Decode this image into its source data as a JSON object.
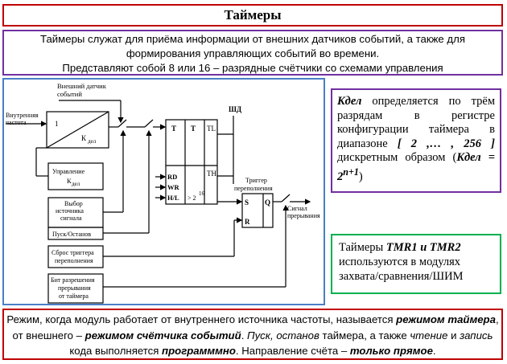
{
  "title": "Таймеры",
  "intro": {
    "line1": "Таймеры служат для приёма информации от внешних датчиков  событий, а также для",
    "line2": "формирования управляющих событий во времени.",
    "line3": "Представляют собой 8 или 16 – разрядные счётчики со схемами управления"
  },
  "kdel_note": {
    "symbol": "Kдел",
    "text1": " определяется по  трём разрядам в регистре конфигурации таймера в диапазоне ",
    "range": "[ 2 ,… , 256 ]",
    "text2": " дискретным образом (",
    "formula": "Kдел = 2",
    "formula_sup": "n+1",
    "text3": ")"
  },
  "tmr_note": {
    "text1": "Таймеры ",
    "tmr1": "TMR1",
    "and": " и ",
    "tmr2": "TMR2",
    "text2": " используются в модулях захвата/сравнения/ШИМ"
  },
  "bottom": {
    "p1": "Режим, когда модуль работает от внутреннего источника частоты, называется ",
    "timer_mode": "режимом таймера",
    "p2": ", от внешнего – ",
    "counter_mode": "режимом счётчика событий",
    "p3": ". ",
    "start_stop": "Пуск, останов",
    "p4": " таймера, а также ",
    "read": "чтение",
    "p5": "  и ",
    "write": "запись",
    "p6": " кода выполняется ",
    "program": "программмно",
    "p7": ". Направление счёта – ",
    "forward": "только прямое",
    "p8": "."
  },
  "diagram": {
    "ext_sensor": [
      "Внешний датчик",
      "событий"
    ],
    "int_freq": [
      "Внутренняя",
      "частота"
    ],
    "divider_one": "1",
    "divider_k": "К",
    "divider_k_sub": "дел",
    "ctrl_k": [
      "Управление",
      "К"
    ],
    "ctrl_k_sub": "дел",
    "select_src": [
      "Выбор",
      "источника",
      "сигнала"
    ],
    "start_stop": "Пуск/Останов",
    "reset_trigger": [
      "Сброс  триггера",
      "переполнения"
    ],
    "int_enable": [
      "Бит разрешения",
      "прерывания",
      "от таймера"
    ],
    "bus": "ШД",
    "reg_t1": "T",
    "reg_t2": "T",
    "reg_tl": "TL",
    "reg_th": "TH",
    "reg_rd": "RD",
    "reg_wr": "WR",
    "reg_hl": "H/L",
    "reg_cap": "> 2",
    "reg_cap_sup": "16",
    "trig_title": [
      "Триггер",
      "переполнения"
    ],
    "trig_s": "S",
    "trig_r": "R",
    "trig_q": "Q",
    "irq": [
      "Сигнал",
      "прерывания"
    ]
  }
}
